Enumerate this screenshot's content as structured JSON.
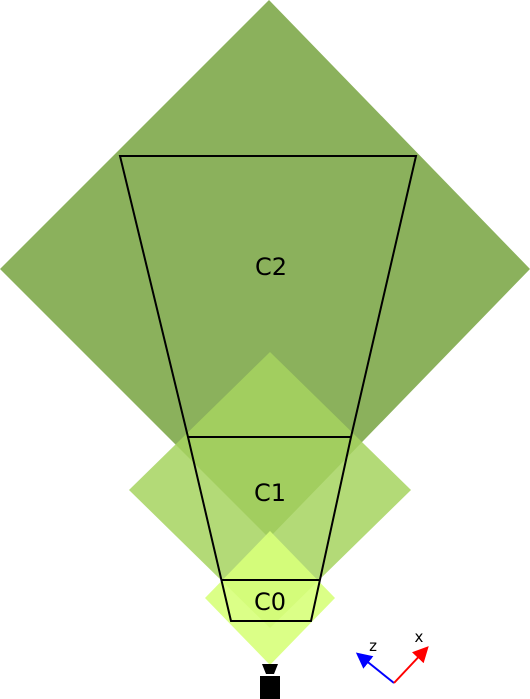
{
  "cascades": {
    "c2": {
      "label": "C2",
      "color": "#7ea84a"
    },
    "c1": {
      "label": "C1",
      "color": "#a6d45f"
    },
    "c0": {
      "label": "C0",
      "color": "#d7ff7a"
    }
  },
  "axes": {
    "z_label": "z",
    "x_label": "x",
    "z_color": "#0000ff",
    "x_color": "#ff0000"
  },
  "colors": {
    "frustum_stroke": "#000000",
    "camera": "#000000"
  }
}
